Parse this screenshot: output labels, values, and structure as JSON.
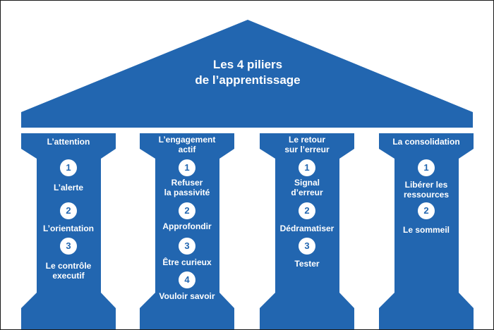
{
  "colors": {
    "primary": "#2266b0",
    "text_on_primary": "#ffffff",
    "background": "#ffffff"
  },
  "title": {
    "line1": "Les 4 piliers",
    "line2": "de l’apprentissage"
  },
  "pillars": [
    {
      "title_lines": [
        "L’attention"
      ],
      "items": [
        {
          "number": "1",
          "lines": [
            "L’alerte"
          ]
        },
        {
          "number": "2",
          "lines": [
            "L’orientation"
          ]
        },
        {
          "number": "3",
          "lines": [
            "Le contrôle",
            "executif"
          ]
        }
      ]
    },
    {
      "title_lines": [
        "L’engagement",
        "actif"
      ],
      "items": [
        {
          "number": "1",
          "lines": [
            "Refuser",
            "la passivité"
          ]
        },
        {
          "number": "2",
          "lines": [
            "Approfondir"
          ]
        },
        {
          "number": "3",
          "lines": [
            "Être curieux"
          ]
        },
        {
          "number": "4",
          "lines": [
            "Vouloir savoir"
          ]
        }
      ]
    },
    {
      "title_lines": [
        "Le retour",
        "sur l’erreur"
      ],
      "items": [
        {
          "number": "1",
          "lines": [
            "Signal",
            "d’erreur"
          ]
        },
        {
          "number": "2",
          "lines": [
            "Dédramatiser"
          ]
        },
        {
          "number": "3",
          "lines": [
            "Tester"
          ]
        }
      ]
    },
    {
      "title_lines": [
        "La consolidation"
      ],
      "items": [
        {
          "number": "1",
          "lines": [
            "Libérer les",
            "ressources"
          ]
        },
        {
          "number": "2",
          "lines": [
            "Le sommeil"
          ]
        }
      ]
    }
  ]
}
